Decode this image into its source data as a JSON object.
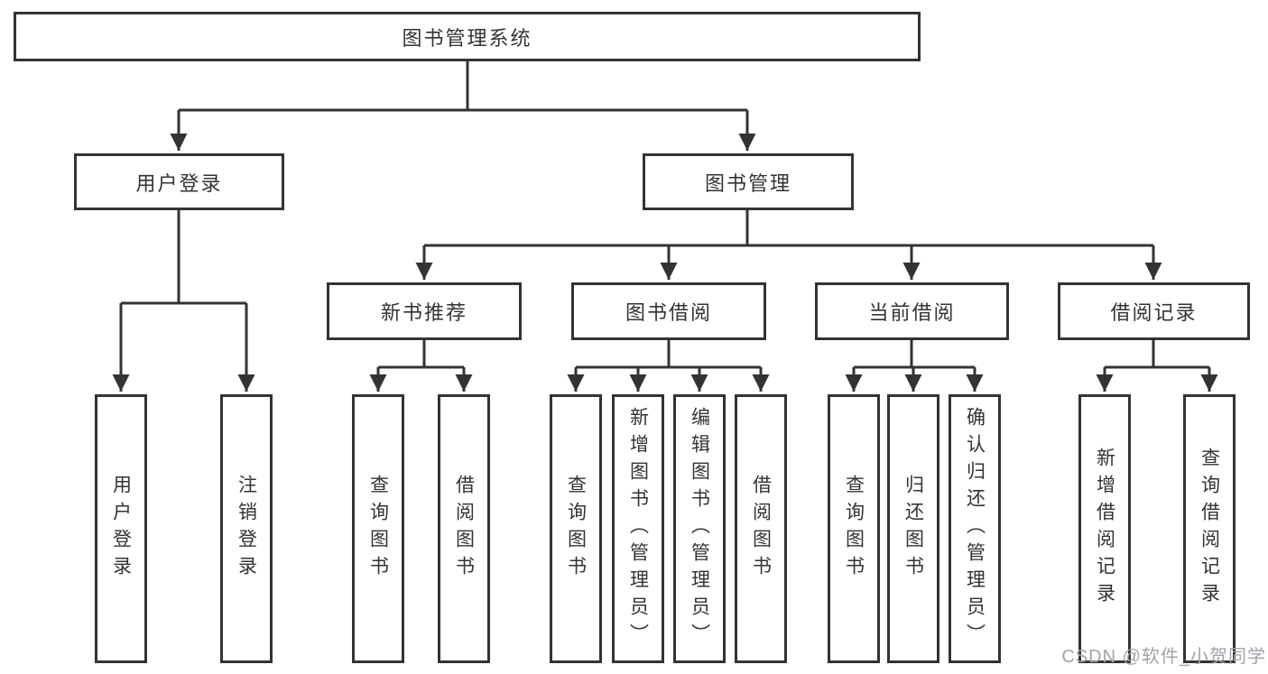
{
  "diagram": {
    "type": "hierarchy-tree",
    "root": {
      "label": "图书管理系统"
    },
    "branches": [
      {
        "label": "用户登录",
        "children": [
          {
            "label": "用户登录"
          },
          {
            "label": "注销登录"
          }
        ]
      },
      {
        "label": "图书管理",
        "children": [
          {
            "label": "新书推荐",
            "children": [
              {
                "label": "查询图书"
              },
              {
                "label": "借阅图书"
              }
            ]
          },
          {
            "label": "图书借阅",
            "children": [
              {
                "label": "查询图书"
              },
              {
                "label": "新增图书（管理员）"
              },
              {
                "label": "编辑图书（管理员）"
              },
              {
                "label": "借阅图书"
              }
            ]
          },
          {
            "label": "当前借阅",
            "children": [
              {
                "label": "查询图书"
              },
              {
                "label": "归还图书"
              },
              {
                "label": "确认归还（管理员）"
              }
            ]
          },
          {
            "label": "借阅记录",
            "children": [
              {
                "label": "新增借阅记录"
              },
              {
                "label": "查询借阅记录"
              }
            ]
          }
        ]
      }
    ]
  },
  "watermark": "CSDN @软件_小贺同学",
  "colors": {
    "line": "#333333",
    "text": "#333333",
    "background": "#ffffff",
    "watermark": "#9fa3a8"
  }
}
